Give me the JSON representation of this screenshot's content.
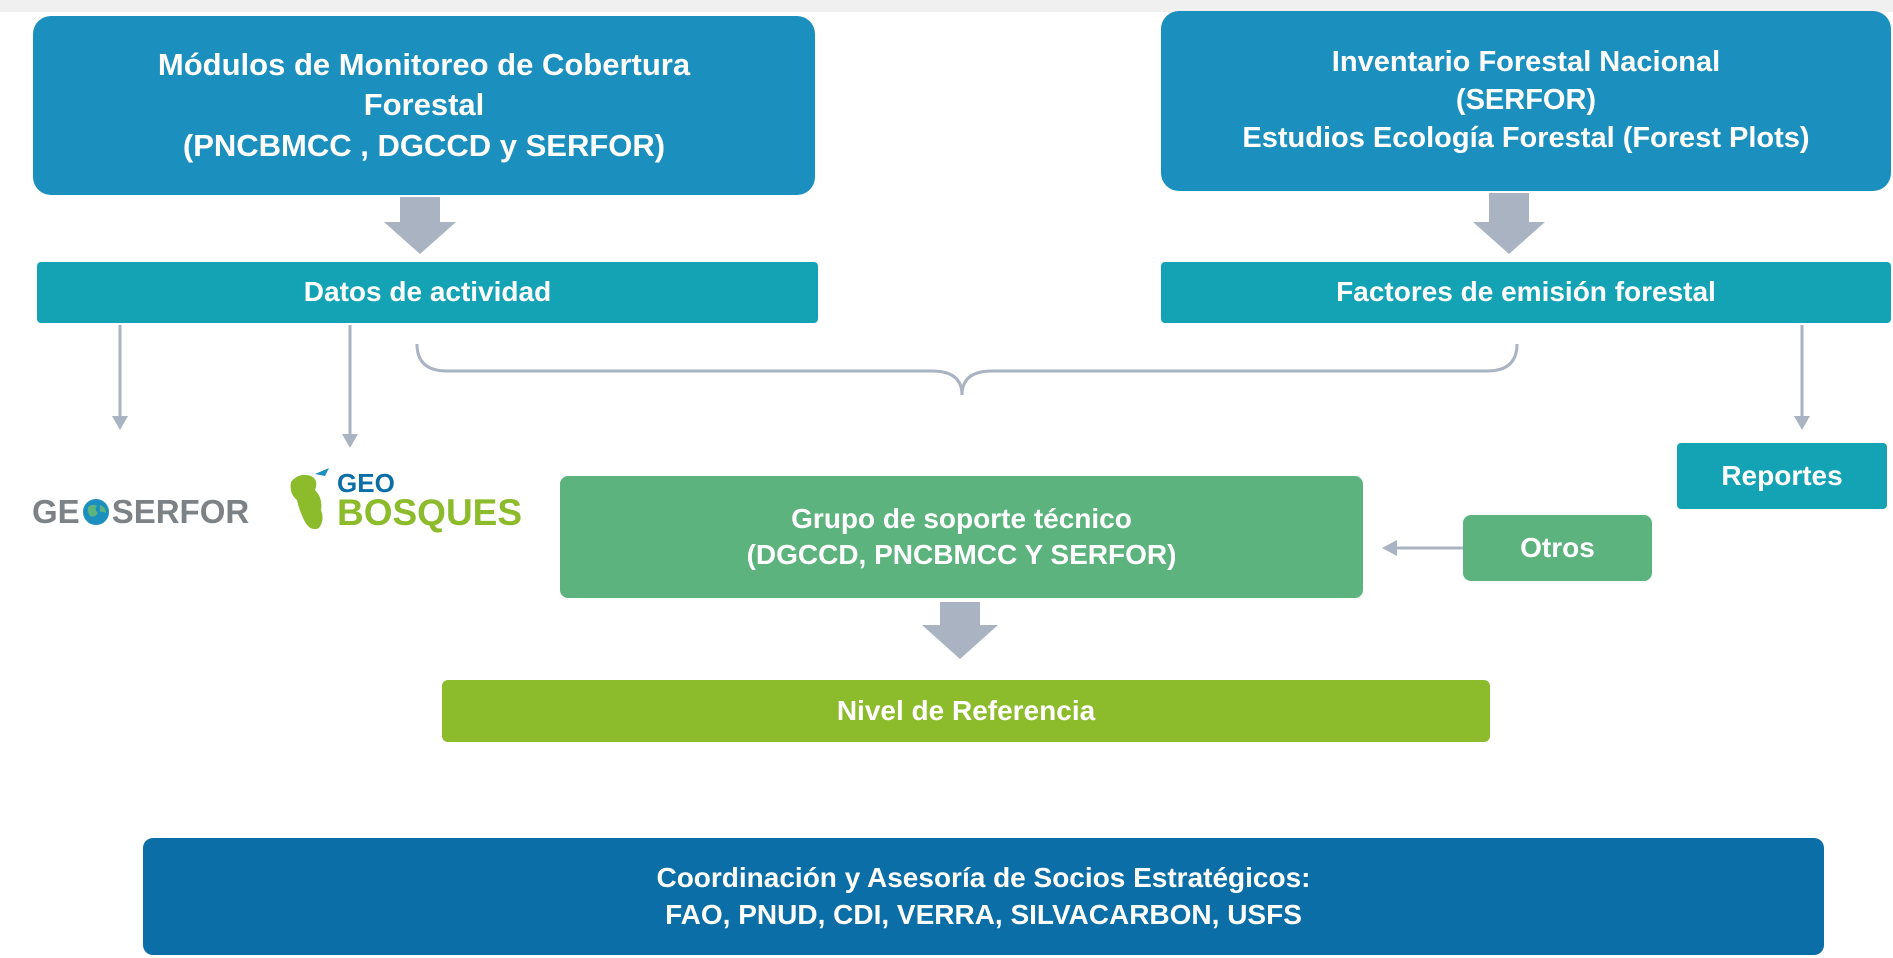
{
  "modulos": {
    "line1": "Módulos de Monitoreo de Cobertura",
    "line2": "Forestal",
    "line3": "(PNCBMCC , DGCCD y SERFOR)"
  },
  "inventario": {
    "line1": "Inventario Forestal Nacional",
    "line2": "(SERFOR)",
    "line3": "Estudios Ecología Forestal (Forest Plots)"
  },
  "datos_actividad": "Datos de actividad",
  "factores_emision": "Factores de emisión forestal",
  "reportes": "Reportes",
  "otros": "Otros",
  "grupo_soporte": {
    "line1": "Grupo de soporte técnico",
    "line2": "(DGCCD, PNCBMCC Y SERFOR)"
  },
  "nivel_referencia": "Nivel de Referencia",
  "coordinacion": {
    "line1": "Coordinación y Asesoría de Socios Estratégicos:",
    "line2": "FAO, PNUD, CDI, VERRA, SILVACARBON, USFS"
  },
  "logos": {
    "geoserfor_a": "GE",
    "geoserfor_b": "SERFOR",
    "geobosques_a": "GEO",
    "geobosques_b": "BOSQUES"
  },
  "colors": {
    "blue_box": "#1b8fbd",
    "teal_box": "#14a3b5",
    "green_box": "#5db37e",
    "lime_box": "#8cbb2b",
    "navy_box": "#0b6ea7",
    "arrow_gray": "#a9b3c1"
  }
}
